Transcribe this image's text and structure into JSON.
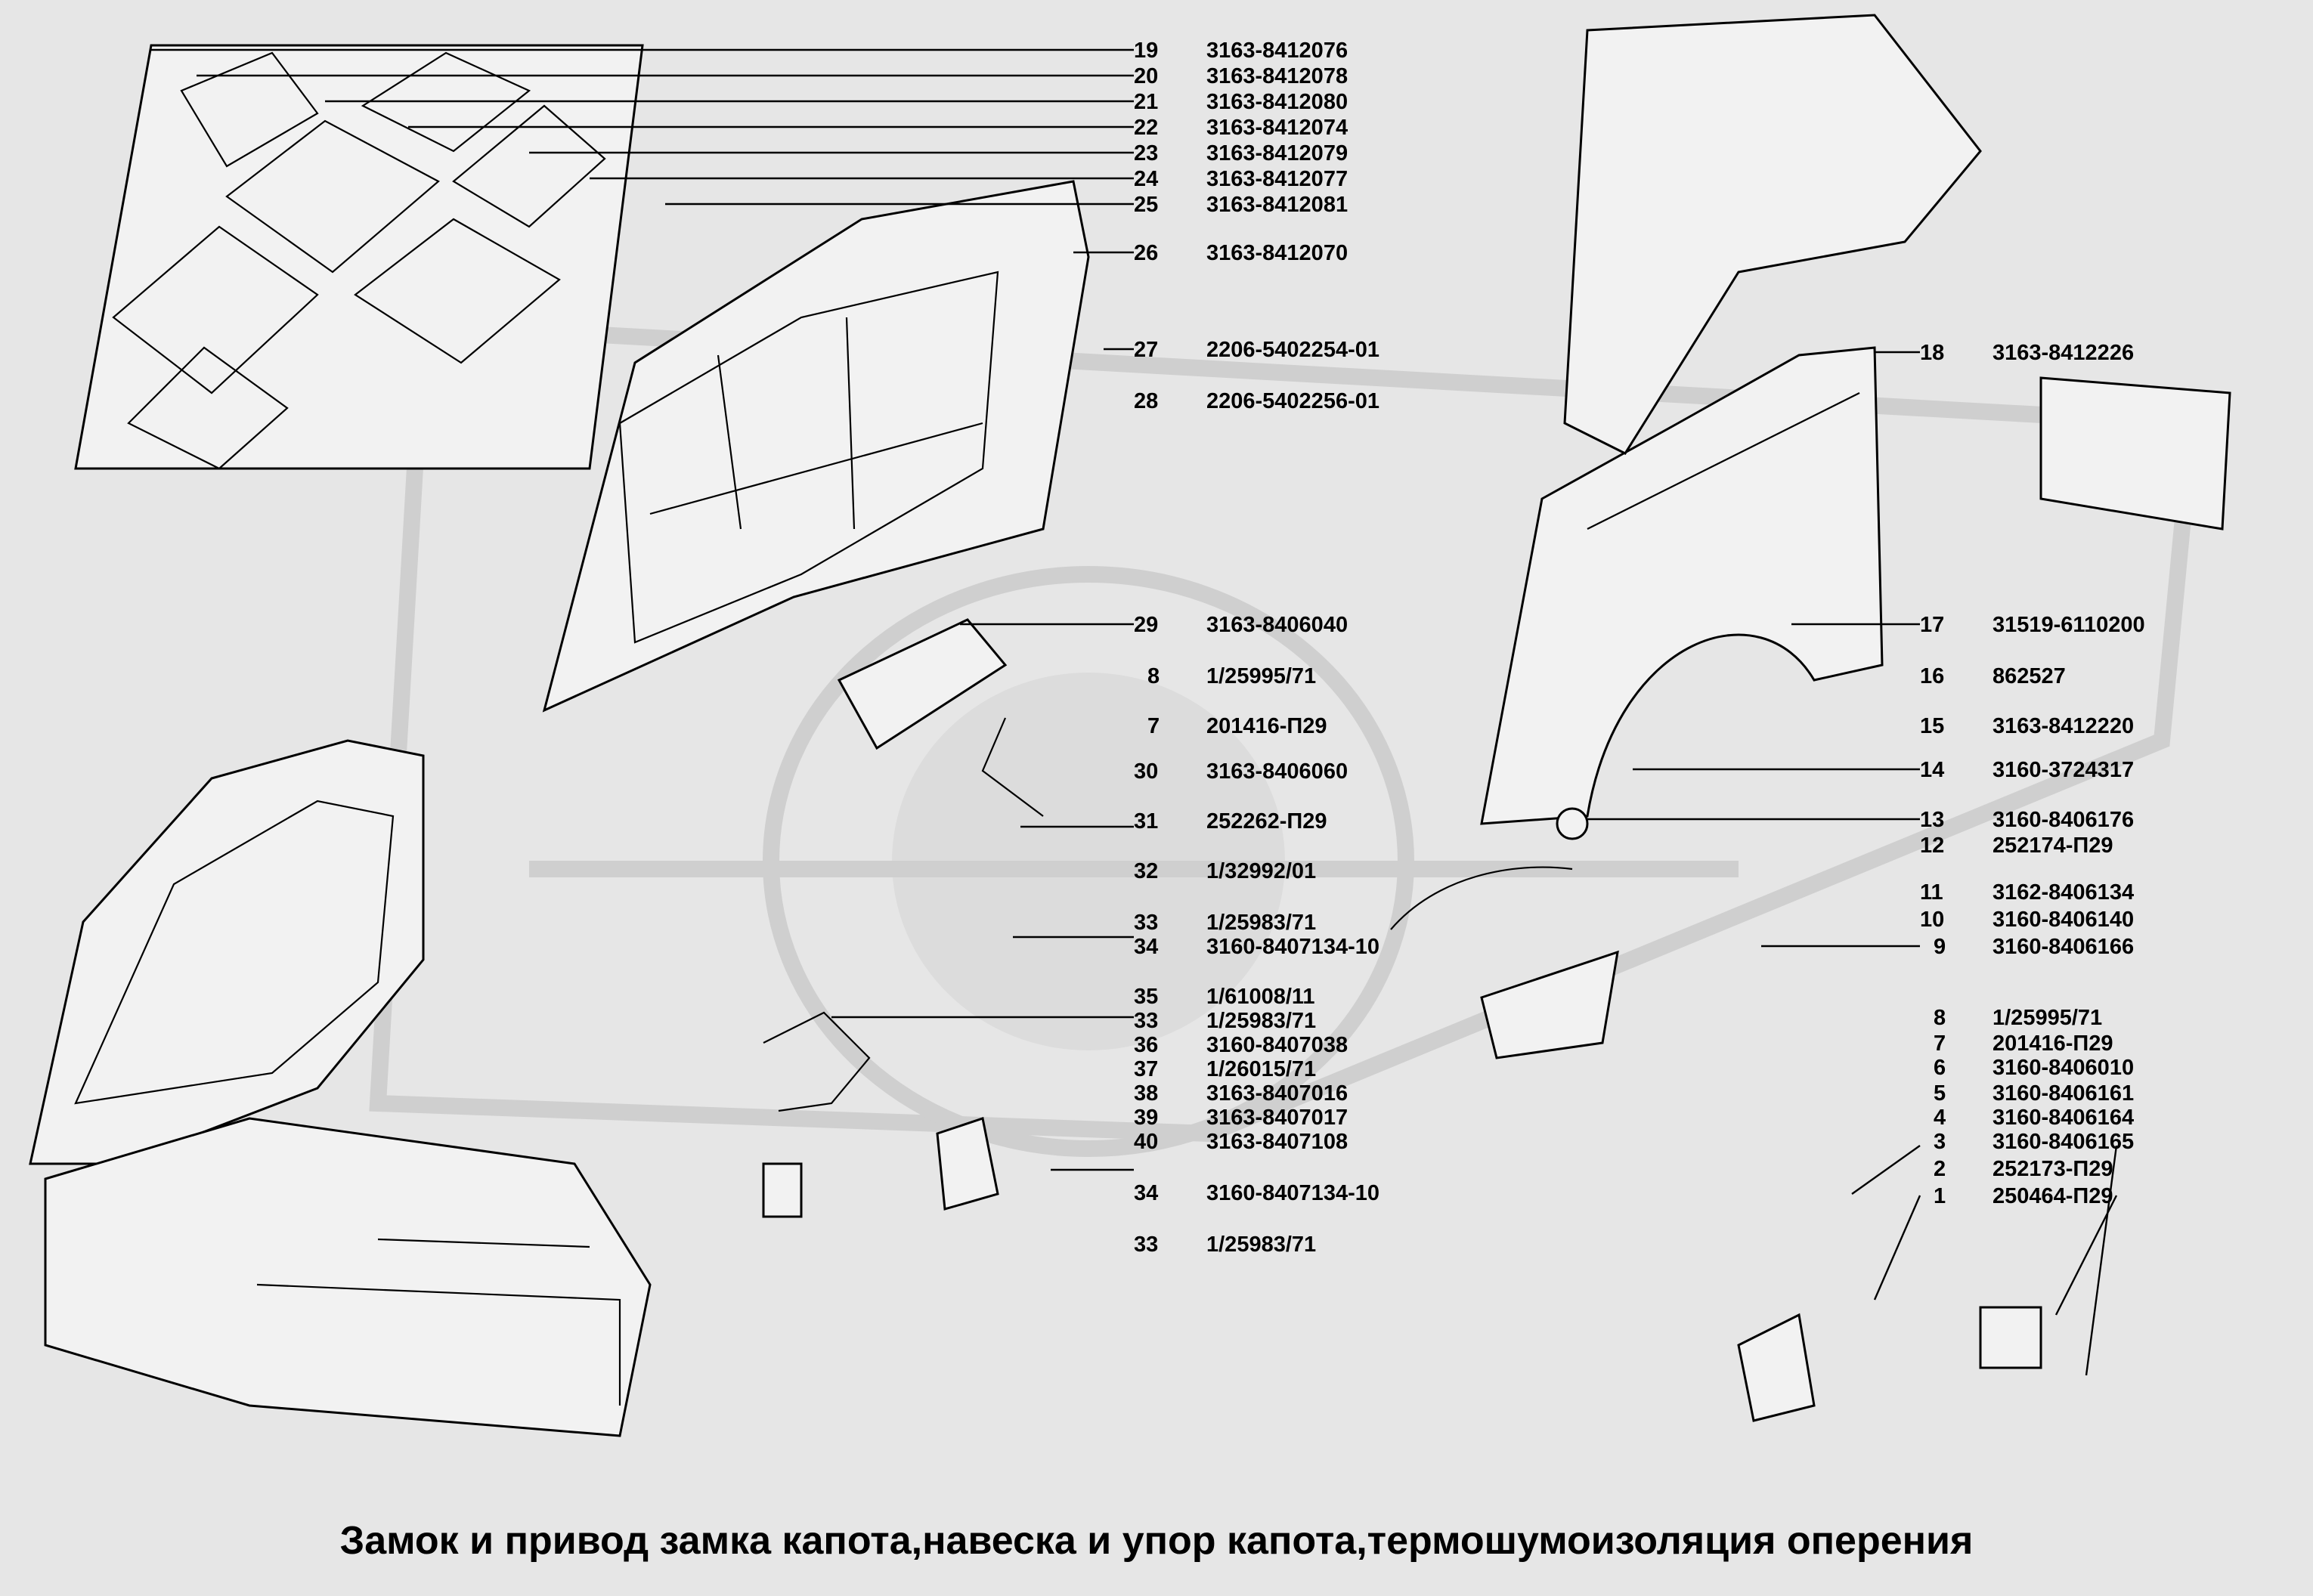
{
  "title": "Замок и привод замка капота,навеска и упор капота,термошумоизоляция оперения",
  "callouts": [
    {
      "num": "19",
      "part": "3163-8412076"
    },
    {
      "num": "20",
      "part": "3163-8412078"
    },
    {
      "num": "21",
      "part": "3163-8412080"
    },
    {
      "num": "22",
      "part": "3163-8412074"
    },
    {
      "num": "23",
      "part": "3163-8412079"
    },
    {
      "num": "24",
      "part": "3163-8412077"
    },
    {
      "num": "25",
      "part": "3163-8412081"
    },
    {
      "num": "26",
      "part": "3163-8412070"
    },
    {
      "num": "27",
      "part": "2206-5402254-01"
    },
    {
      "num": "28",
      "part": "2206-5402256-01"
    },
    {
      "num": "29",
      "part": "3163-8406040"
    },
    {
      "num": "8",
      "part": "1/25995/71"
    },
    {
      "num": "7",
      "part": "201416-П29"
    },
    {
      "num": "30",
      "part": "3163-8406060"
    },
    {
      "num": "31",
      "part": "252262-П29"
    },
    {
      "num": "32",
      "part": "1/32992/01"
    },
    {
      "num": "33",
      "part": "1/25983/71"
    },
    {
      "num": "34",
      "part": "3160-8407134-10"
    },
    {
      "num": "35",
      "part": "1/61008/11"
    },
    {
      "num": "33",
      "part": "1/25983/71"
    },
    {
      "num": "36",
      "part": "3160-8407038"
    },
    {
      "num": "37",
      "part": "1/26015/71"
    },
    {
      "num": "38",
      "part": "3163-8407016"
    },
    {
      "num": "39",
      "part": "3163-8407017"
    },
    {
      "num": "40",
      "part": "3163-8407108"
    },
    {
      "num": "34",
      "part": "3160-8407134-10"
    },
    {
      "num": "33",
      "part": "1/25983/71"
    },
    {
      "num": "18",
      "part": "3163-8412226"
    },
    {
      "num": "17",
      "part": "31519-6110200"
    },
    {
      "num": "16",
      "part": "862527"
    },
    {
      "num": "15",
      "part": "3163-8412220"
    },
    {
      "num": "14",
      "part": "3160-3724317"
    },
    {
      "num": "13",
      "part": "3160-8406176"
    },
    {
      "num": "12",
      "part": "252174-П29"
    },
    {
      "num": "11",
      "part": "3162-8406134"
    },
    {
      "num": "10",
      "part": "3160-8406140"
    },
    {
      "num": "9",
      "part": "3160-8406166"
    },
    {
      "num": "8",
      "part": "1/25995/71"
    },
    {
      "num": "7",
      "part": "201416-П29"
    },
    {
      "num": "6",
      "part": "3160-8406010"
    },
    {
      "num": "5",
      "part": "3160-8406161"
    },
    {
      "num": "4",
      "part": "3160-8406164"
    },
    {
      "num": "3",
      "part": "3160-8406165"
    },
    {
      "num": "2",
      "part": "252173-П29"
    },
    {
      "num": "1",
      "part": "250464-П29"
    }
  ]
}
